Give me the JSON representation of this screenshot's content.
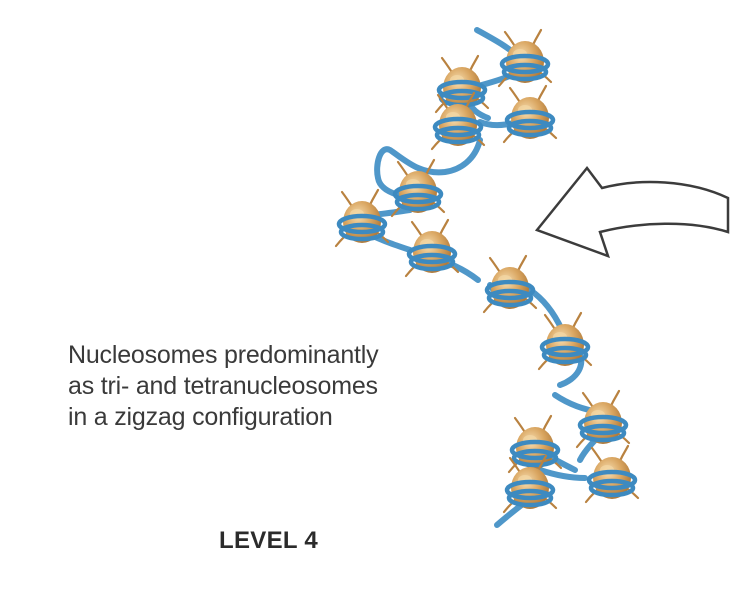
{
  "diagram": {
    "caption_lines": [
      "Nucleosomes predominantly",
      "as tri- and tetranucleosomes",
      "in a zigzag configuration"
    ],
    "level_label": "LEVEL 4"
  },
  "colors": {
    "dna_strand": "#4f97c9",
    "dna_wrap": "#3d8ac0",
    "histone_core": "#d9a560",
    "histone_highlight": "#f3d7a4",
    "histone_shadow": "#b98240",
    "arrow_outline": "#3c3c3c",
    "caption_text": "#3a3a3a",
    "label_text": "#2b2b2b"
  },
  "icons": [
    "nucleosome-icon",
    "arrow-left-icon"
  ]
}
